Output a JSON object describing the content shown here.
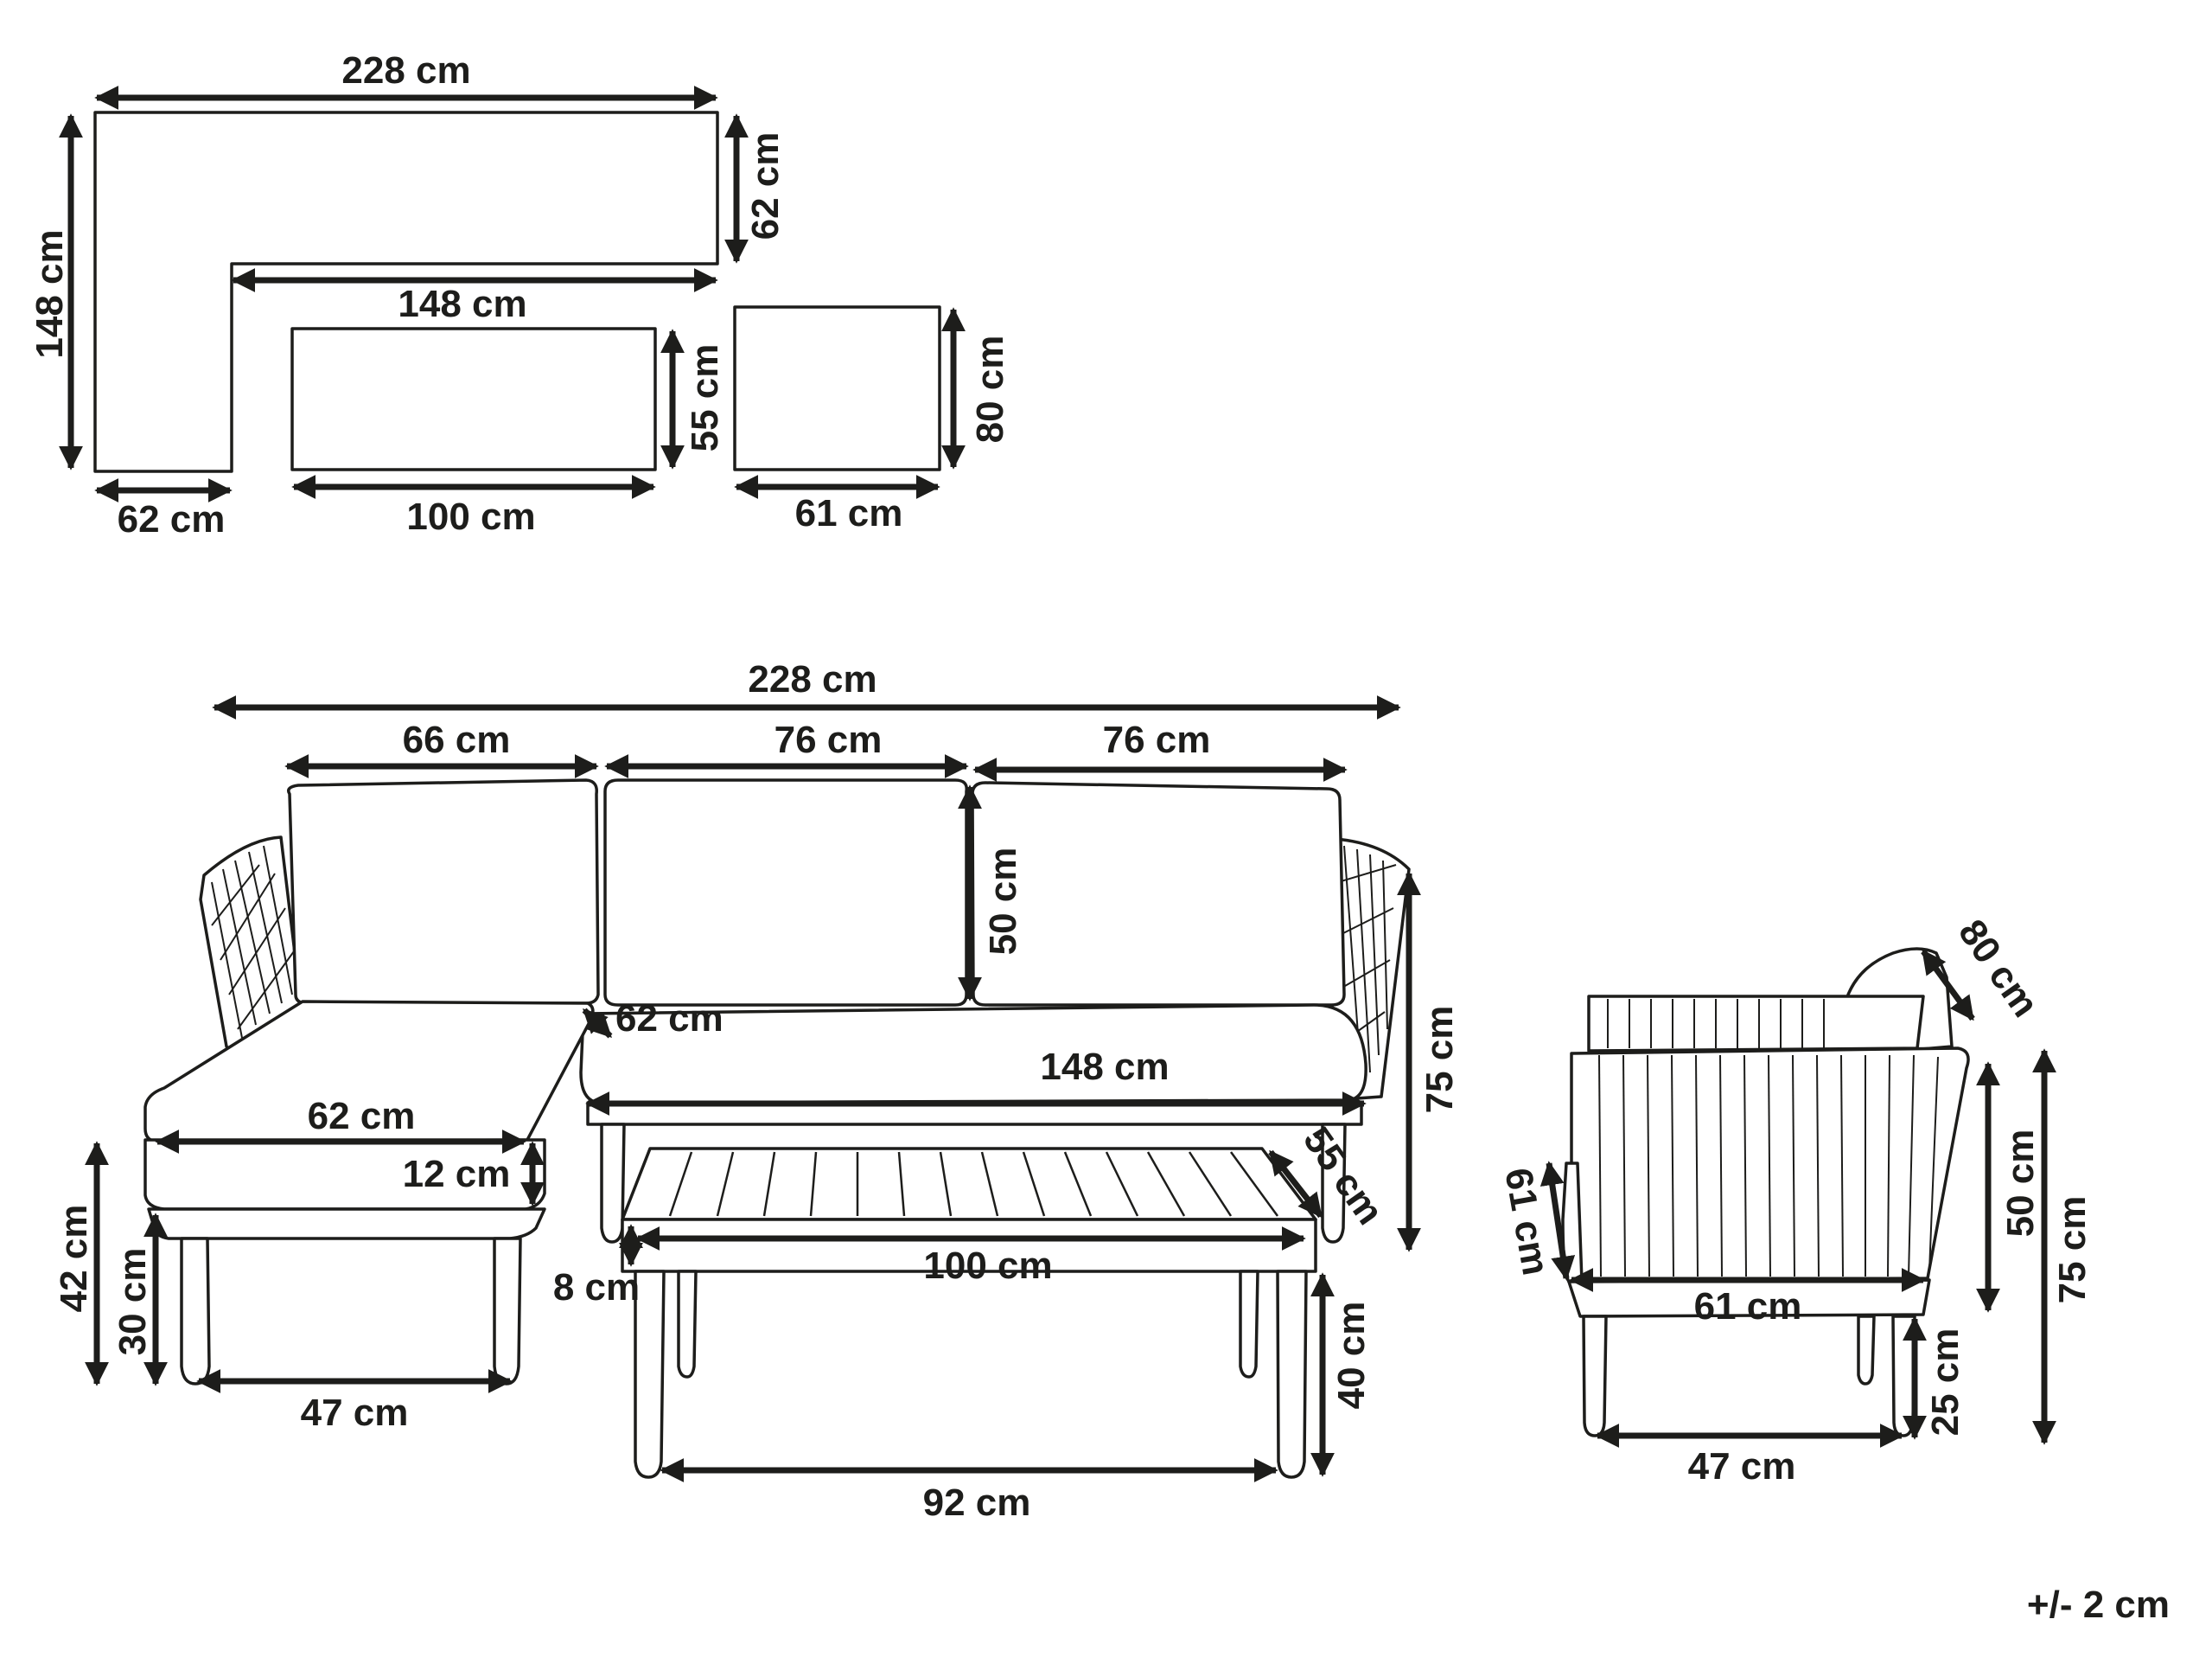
{
  "labels": {
    "top_width": "228 cm",
    "top_height": "148 cm",
    "top_right_depth": "62 cm",
    "top_inner_width": "148 cm",
    "top_left_width": "62 cm",
    "top_table_width": "100 cm",
    "top_table_depth": "55 cm",
    "top_chair_width": "61 cm",
    "top_chair_depth": "80 cm",
    "front_total": "228 cm",
    "front_section_left": "66 cm",
    "front_section_mid": "76 cm",
    "front_section_right": "76 cm",
    "back_height": "50 cm",
    "sofa_depth": "62 cm",
    "sofa_seat_width": "148 cm",
    "sofa_height": "75 cm",
    "chaise_depth": "62 cm",
    "cushion_thickness": "12 cm",
    "chaise_height": "42 cm",
    "seat_height": "30 cm",
    "chaise_legs": "47 cm",
    "table_depth": "55 cm",
    "table_top": "8 cm",
    "table_width": "100 cm",
    "table_height": "40 cm",
    "table_legs": "92 cm",
    "chair_depth_diag": "80 cm",
    "chair_depth_side": "61 cm",
    "chair_width": "61 cm",
    "chair_back": "50 cm",
    "chair_height": "75 cm",
    "chair_seat": "25 cm",
    "chair_legs": "47 cm",
    "tolerance": "+/- 2 cm"
  }
}
